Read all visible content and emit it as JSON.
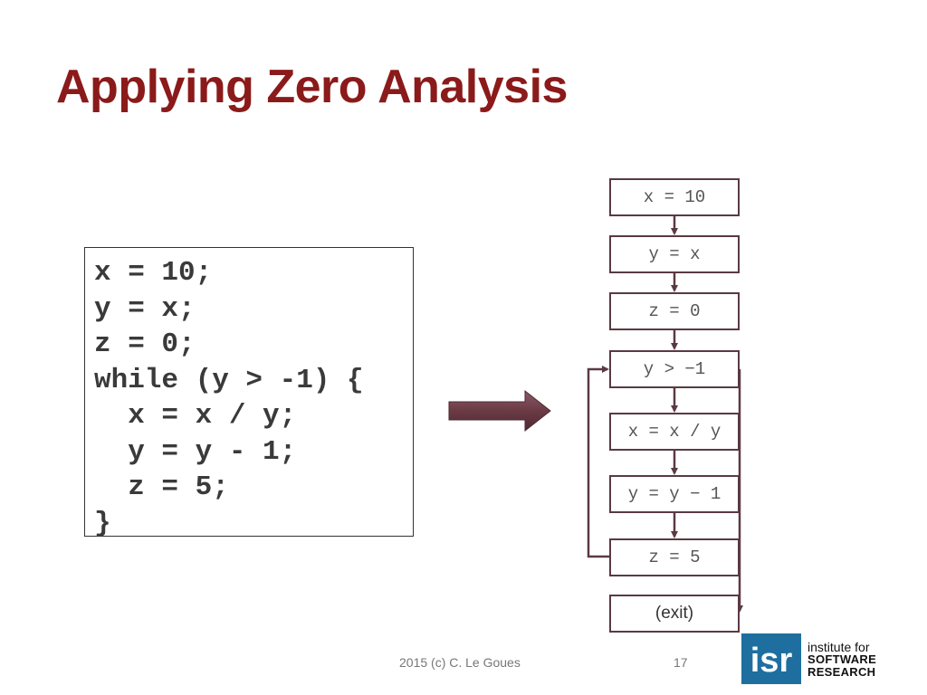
{
  "slide": {
    "title": "Applying Zero Analysis",
    "credit": "2015 (c) C. Le Goues",
    "page_number": "17"
  },
  "code": {
    "lines": [
      "x = 10;",
      "y = x;",
      "z = 0;",
      "while (y > -1) {",
      "  x = x / y;",
      "  y = y - 1;",
      "  z = 5;",
      "}"
    ]
  },
  "flowchart": {
    "nodes": [
      "x = 10",
      "y = x",
      "z = 0",
      "y > −1",
      "x = x / y",
      "y = y − 1",
      "z = 5",
      "(exit)"
    ],
    "edges": [
      {
        "from": "x = 10",
        "to": "y = x"
      },
      {
        "from": "y = x",
        "to": "z = 0"
      },
      {
        "from": "z = 0",
        "to": "y > −1"
      },
      {
        "from": "y > −1",
        "to": "x = x / y"
      },
      {
        "from": "x = x / y",
        "to": "y = y − 1"
      },
      {
        "from": "y = y − 1",
        "to": "z = 5"
      },
      {
        "from": "z = 5",
        "to": "y > −1"
      },
      {
        "from": "y > −1",
        "to": "(exit)"
      }
    ]
  },
  "logo": {
    "mark": "isr",
    "line1": "institute for",
    "line2": "SOFTWARE",
    "line3": "RESEARCH",
    "color": "#1e6f9f"
  },
  "colors": {
    "title": "#8b1a1a",
    "arrow": "#6b3a45",
    "node_border": "#5a3a42"
  }
}
